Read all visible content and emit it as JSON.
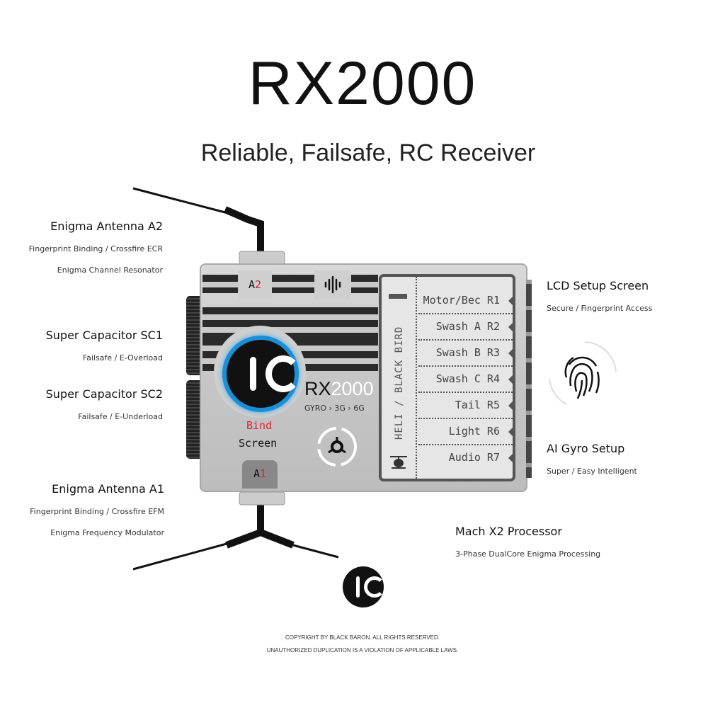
{
  "title": "RX2000",
  "subtitle": "Reliable, Failsafe, RC Receiver",
  "callouts": {
    "antenna_a2": {
      "title": "Enigma Antenna A2",
      "line1": "Fingerprint Binding / Crossfire ECR",
      "line2": "Enigma Channel Resonator"
    },
    "sc1": {
      "title": "Super Capacitor SC1",
      "line1": "Failsafe / E-Overload"
    },
    "sc2": {
      "title": "Super Capacitor SC2",
      "line1": "Failsafe / E-Underload"
    },
    "antenna_a1": {
      "title": "Enigma Antenna A1",
      "line1": "Fingerprint Binding / Crossfire EFM",
      "line2": "Enigma Frequency Modulator"
    },
    "lcd": {
      "title": "LCD Setup Screen",
      "line1": "Secure / Fingerprint Access"
    },
    "gyro": {
      "title": "AI Gyro Setup",
      "line1": "Super / Easy Intelligent"
    },
    "processor": {
      "title": "Mach X2 Processor",
      "line1": "3-Phase DualCore Enigma Processing"
    }
  },
  "device": {
    "a2_prefix": "A",
    "a2_suffix": "2",
    "a1_prefix": "A",
    "a1_suffix": "1",
    "model_a": "RX",
    "model_b": "2000",
    "gyro": "GYRO › 3G › 6G",
    "bind": "Bind",
    "screen": "Screen",
    "logo": "IC",
    "lcd_vertical": "HELI / BLACK BIRD",
    "channels": [
      "Motor/Bec R1",
      "Swash A R2",
      "Swash B R3",
      "Swash C R4",
      "Tail R5",
      "Light R6",
      "Audio R7"
    ]
  },
  "colors": {
    "accent_red": "#e0203a",
    "ring_blue": "#1a8fd6"
  },
  "copyright": {
    "line1": "COPYRIGHT BY BLACK BARON. ALL RIGHTS RESERVED.",
    "line2": "UNAUTHORIZED DUPLICATION IS A VIOLATION OF APPLICABLE LAWS."
  }
}
